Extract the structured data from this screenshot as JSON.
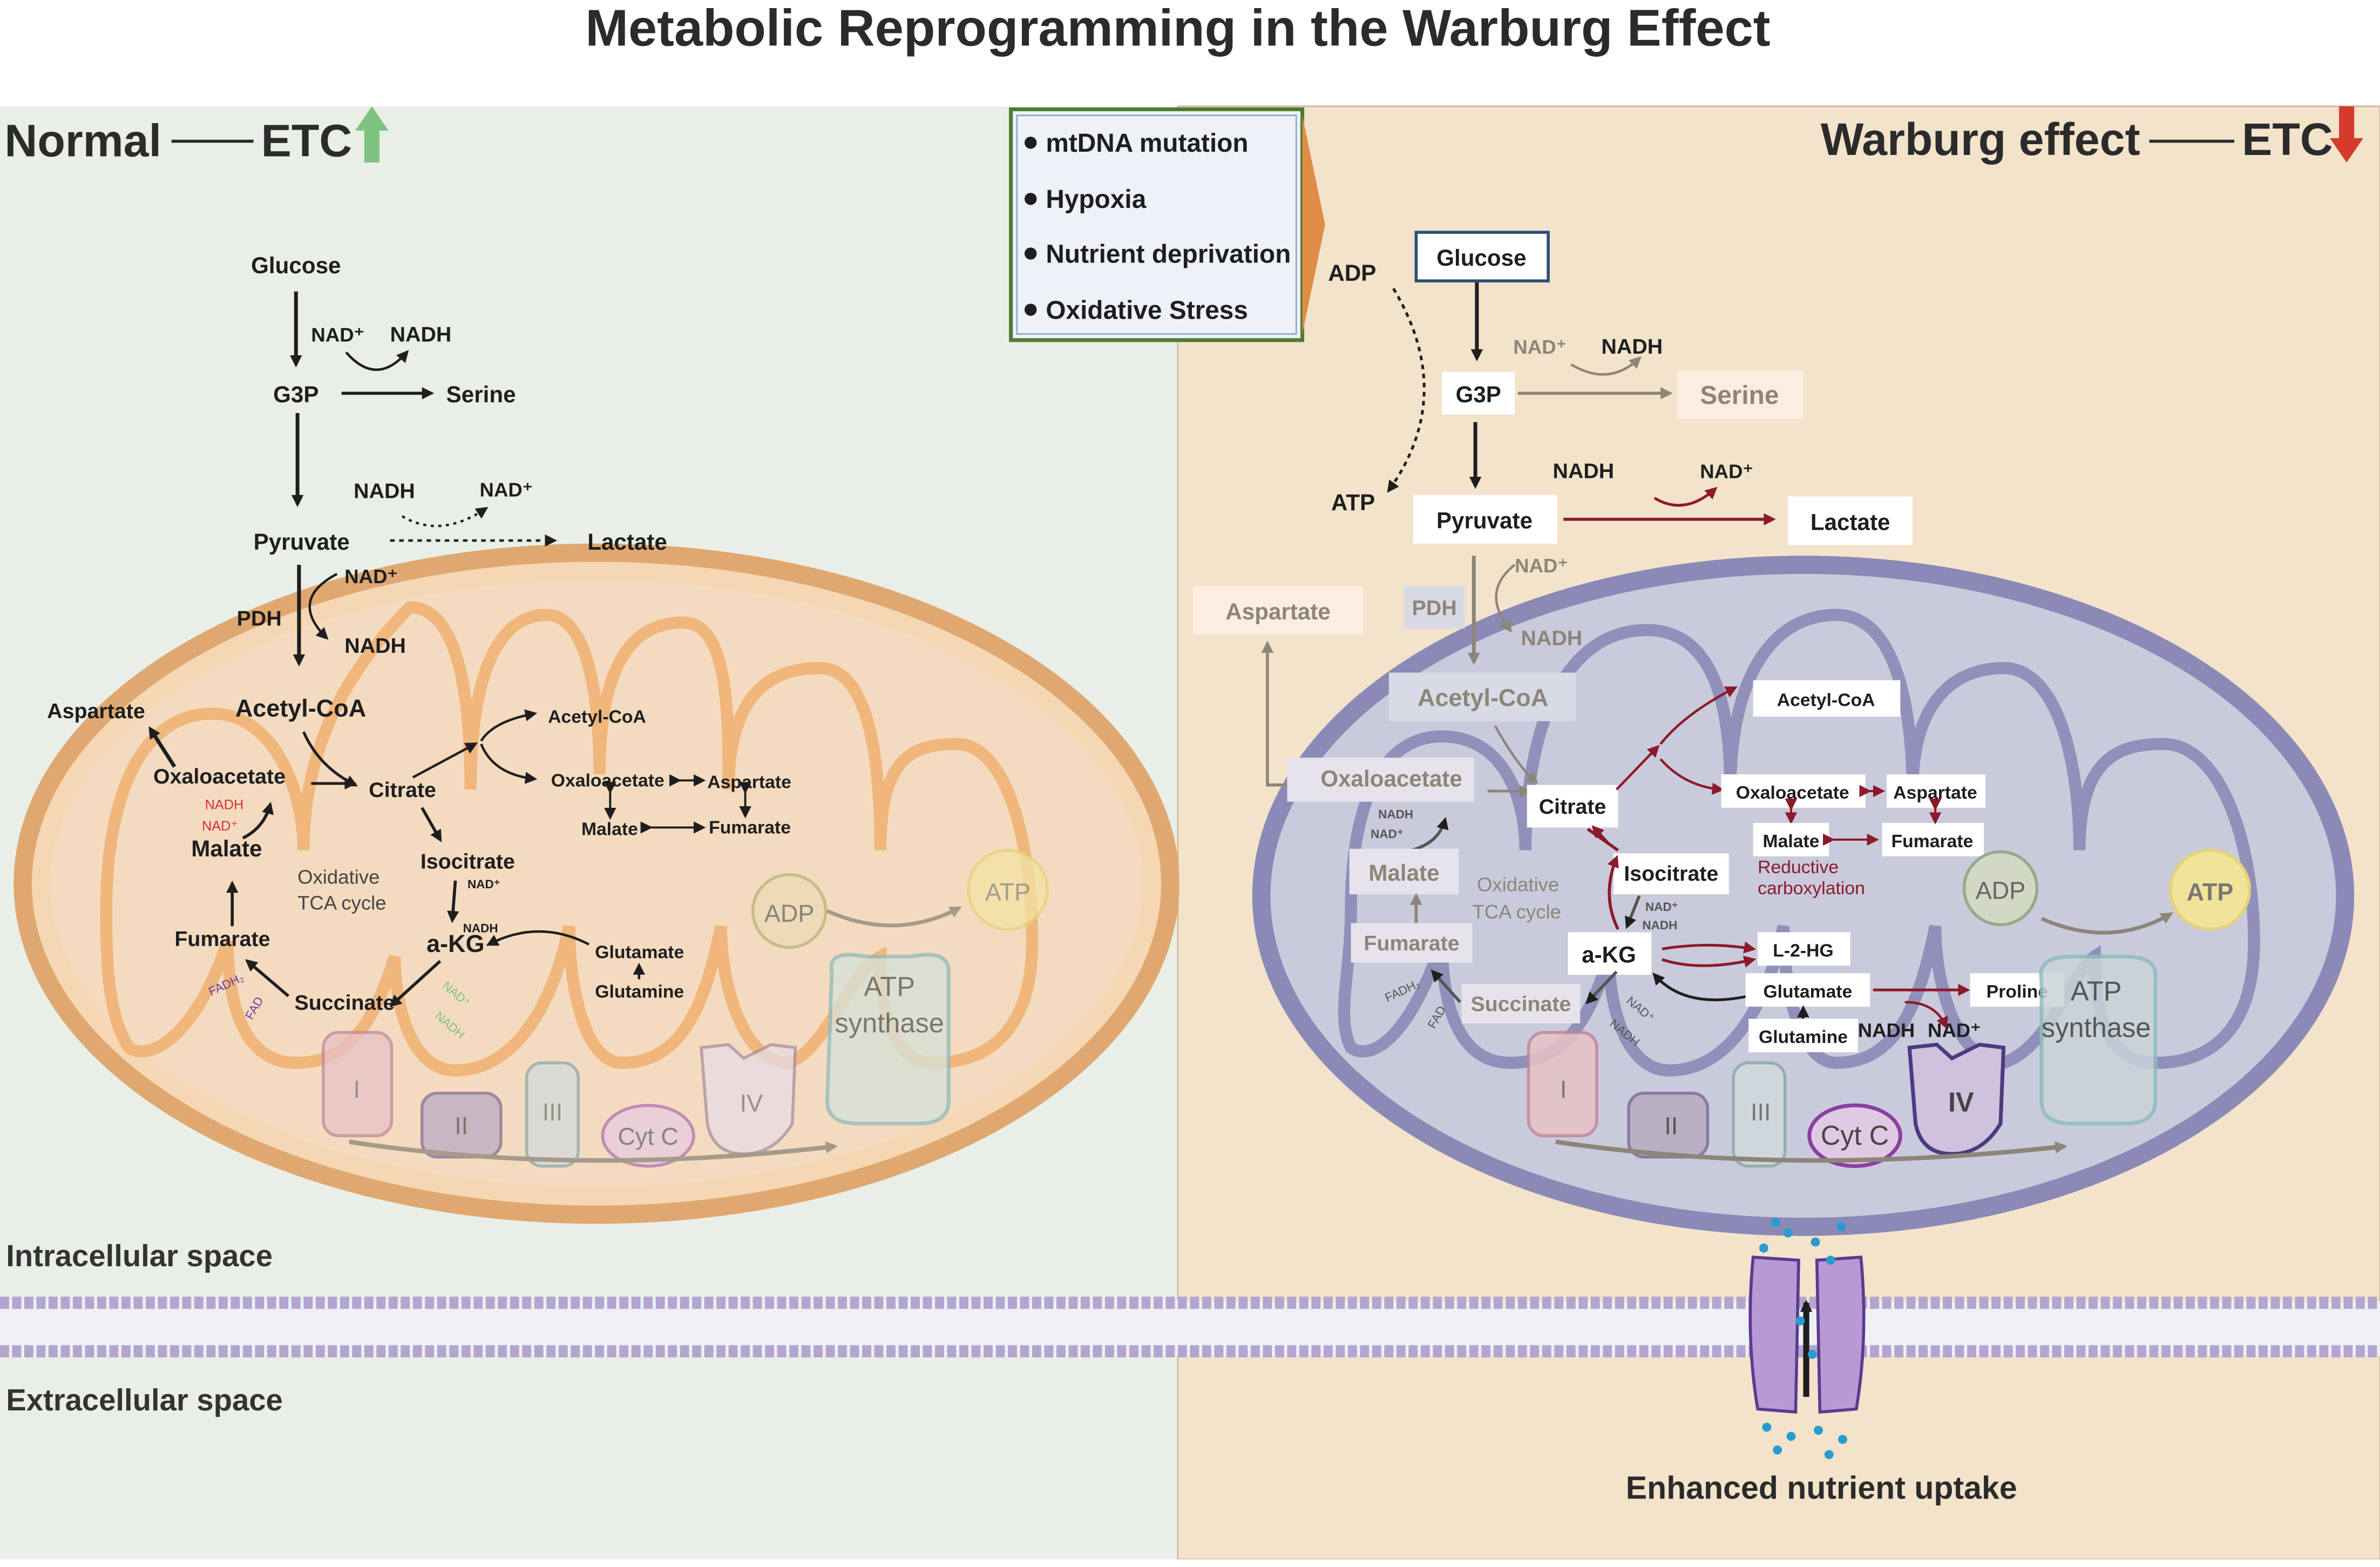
{
  "title": "Metabolic Reprogramming in the Warburg Effect",
  "colors": {
    "left_panel_bg": "#e9efe6",
    "right_panel_bg": "#f3e3cb",
    "left_mito_outer": "#e0a871",
    "left_mito_inner": "#f5d7b4",
    "right_mito_outer": "#8b89b6",
    "right_mito_inner": "#c9cbdc",
    "reductive_red": "#8b1a2b",
    "arrow_up_green": "#7ec37e",
    "arrow_down_red": "#d33b2a",
    "membrane": "#b3a5cf",
    "stress_box_border": "#4e7b31",
    "stress_arrow": "#e08b46"
  },
  "left": {
    "header_name": "Normal",
    "header_etc": "ETC",
    "glucose": "Glucose",
    "nad_plus": "NAD⁺",
    "nadh": "NADH",
    "g3p": "G3P",
    "serine": "Serine",
    "nadh2": "NADH",
    "nad_plus2": "NAD⁺",
    "pyruvate": "Pyruvate",
    "lactate": "Lactate",
    "nad_plus3": "NAD⁺",
    "pdh": "PDH",
    "nadh3": "NADH",
    "aspartate_out": "Aspartate",
    "acetyl_coa": "Acetyl-CoA",
    "oxaloacetate": "Oxaloacetate",
    "citrate": "Citrate",
    "acetyl_coa_small": "Acetyl-CoA",
    "oxaloacetate_small": "Oxaloacetate",
    "aspartate_small": "Aspartate",
    "malate_small": "Malate",
    "fumarate_small": "Fumarate",
    "nadh_red": "NADH",
    "nad_red": "NAD⁺",
    "malate": "Malate",
    "cycle_label_1": "Oxidative",
    "cycle_label_2": "TCA cycle",
    "isocitrate": "Isocitrate",
    "nad_iso": "NAD⁺",
    "nadh_iso": "NADH",
    "akg": "a-KG",
    "glutamate": "Glutamate",
    "glutamine": "Glutamine",
    "fumarate": "Fumarate",
    "fadh2": "FADH₂",
    "fad": "FAD",
    "succinate": "Succinate",
    "nad_green": "NAD⁺",
    "nadh_green": "NADH",
    "adp": "ADP",
    "atp": "ATP",
    "atp_synthase_1": "ATP",
    "atp_synthase_2": "synthase",
    "complex_1": "I",
    "complex_2": "II",
    "complex_3": "III",
    "cytc": "Cyt C",
    "complex_4": "IV"
  },
  "stress_box": {
    "items": [
      "mtDNA mutation",
      "Hypoxia",
      "Nutrient deprivation",
      "Oxidative Stress"
    ]
  },
  "right": {
    "header_name": "Warburg effect",
    "header_etc": "ETC",
    "adp": "ADP",
    "atp": "ATP",
    "glucose": "Glucose",
    "nad_plus": "NAD⁺",
    "nadh": "NADH",
    "g3p": "G3P",
    "serine": "Serine",
    "nadh2": "NADH",
    "nad_plus2": "NAD⁺",
    "pyruvate": "Pyruvate",
    "lactate": "Lactate",
    "aspartate_out": "Aspartate",
    "pdh": "PDH",
    "nad_plus3": "NAD⁺",
    "nadh3": "NADH",
    "acetyl_coa": "Acetyl-CoA",
    "acetyl_coa_box": "Acetyl-CoA",
    "oxaloacetate": "Oxaloacetate",
    "citrate": "Citrate",
    "oxaloacetate_box": "Oxaloacetate",
    "aspartate_box": "Aspartate",
    "malate_box": "Malate",
    "fumarate_box": "Fumarate",
    "reductive_1": "Reductive",
    "reductive_2": "carboxylation",
    "nadh_a": "NADH",
    "nad_a": "NAD⁺",
    "malate": "Malate",
    "cycle_label_1": "Oxidative",
    "cycle_label_2": "TCA cycle",
    "isocitrate": "Isocitrate",
    "nad_iso": "NAD⁺",
    "nadh_iso": "NADH",
    "akg": "a-KG",
    "l2hg": "L-2-HG",
    "fumarate": "Fumarate",
    "fadh2": "FADH₂",
    "fad": "FAD",
    "succinate": "Succinate",
    "nad_s": "NAD⁺",
    "nadh_s": "NADH",
    "glutamate": "Glutamate",
    "proline": "Proline",
    "glutamine": "Glutamine",
    "nadh_p": "NADH",
    "nad_p": "NAD⁺",
    "adp_in": "ADP",
    "atp_in": "ATP",
    "atp_synthase_1": "ATP",
    "atp_synthase_2": "synthase",
    "complex_1": "I",
    "complex_2": "II",
    "complex_3": "III",
    "cytc": "Cyt C",
    "complex_4": "IV",
    "uptake_label": "Enhanced nutrient uptake"
  },
  "intracellular_label": "Intracellular space",
  "extracellular_label": "Extracellular space"
}
